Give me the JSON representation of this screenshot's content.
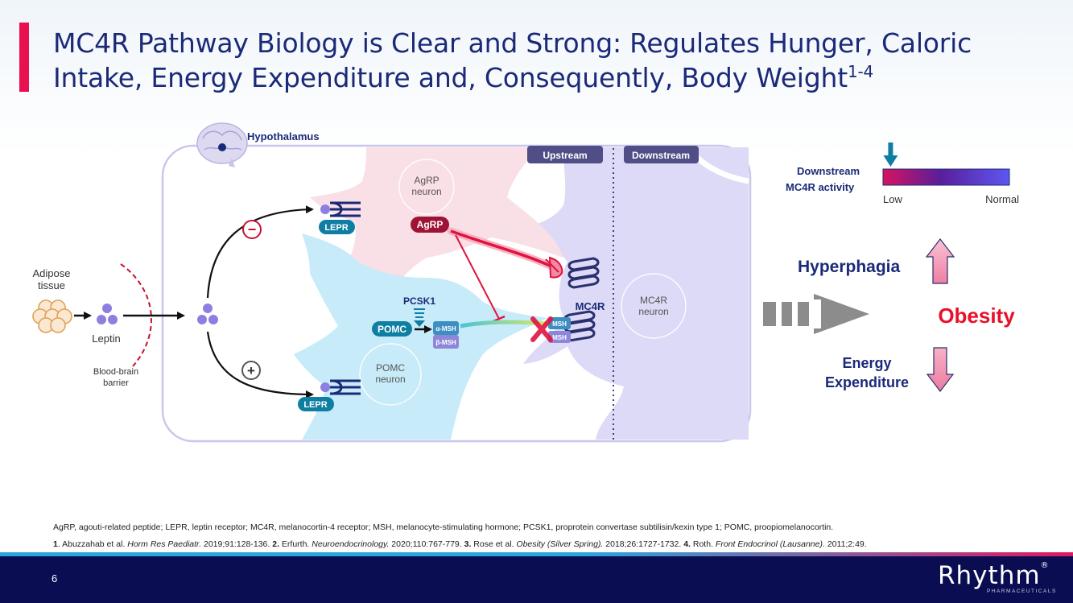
{
  "slide": {
    "title_main": "MC4R Pathway Biology is Clear and Strong: Regulates Hunger, Caloric Intake, Energy Expenditure and, Consequently, Body Weight",
    "title_sup": "1-4",
    "page_number": "6"
  },
  "diagram": {
    "region_label": "Hypothalamus",
    "upstream_label": "Upstream",
    "downstream_label": "Downstream",
    "adipose_label_1": "Adipose",
    "adipose_label_2": "tissue",
    "leptin_label": "Leptin",
    "bbb_label_1": "Blood-brain",
    "bbb_label_2": "barrier",
    "inhibit_sign": "−",
    "activate_sign": "+",
    "lepr_label": "LEPR",
    "agrp_neuron_1": "AgRP",
    "agrp_neuron_2": "neuron",
    "agrp_pill": "AgRP",
    "pcsk1_label": "PCSK1",
    "pomc_pill": "POMC",
    "alpha_msh": "α-MSH",
    "beta_msh": "β-MSH",
    "msh_small": "MSH",
    "msh_small_2": "MSH",
    "pomc_neuron_1": "POMC",
    "pomc_neuron_2": "neuron",
    "mc4r_label": "MC4R",
    "mc4r_neuron_1": "MC4R",
    "mc4r_neuron_2": "neuron"
  },
  "activity_scale": {
    "label_1": "Downstream",
    "label_2": "MC4R activity",
    "low": "Low",
    "normal": "Normal",
    "indicator_fraction": 0.06
  },
  "outcomes": {
    "hyperphagia": "Hyperphagia",
    "obesity": "Obesity",
    "energy_1": "Energy",
    "energy_2": "Expenditure"
  },
  "footnotes": {
    "abbreviations": "AgRP, agouti-related peptide; LEPR, leptin receptor; MC4R, melanocortin-4 receptor; MSH, melanocyte-stimulating hormone; PCSK1, proprotein convertase subtilisin/kexin type 1; POMC, proopiomelanocortin.",
    "r1_num": "1",
    "r1_pre": ". Abuzzahab et al. ",
    "r1_journal": "Horm Res Paediatr.",
    "r1_post": " 2019;91:128-136. ",
    "r2_num": "2.",
    "r2_pre": " Erfurth. ",
    "r2_journal": "Neuroendocrinology.",
    "r2_post": " 2020;110:767-779. ",
    "r3_num": "3.",
    "r3_pre": " Rose et al. ",
    "r3_journal": "Obesity (Silver Spring).",
    "r3_post": " 2018;26:1727-1732. ",
    "r4_num": "4.",
    "r4_pre": " Roth. ",
    "r4_journal": "Front Endocrinol (Lausanne).",
    "r4_post": " 2011;2:49."
  },
  "brand": {
    "logo": "Rhythm",
    "logo_mark": "®",
    "logo_sub": "PHARMACEUTICALS"
  },
  "colors": {
    "title": "#1b2a78",
    "accent": "#e8104f",
    "obesity": "#e8102a",
    "teal": "#0f7ea3",
    "footer": "#0b0d52"
  }
}
